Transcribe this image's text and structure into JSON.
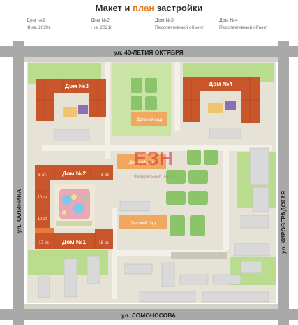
{
  "header": {
    "title_part1": "Макет и",
    "title_highlight": "план",
    "title_part2": "застройки"
  },
  "legend": [
    {
      "name": "Дом №1",
      "status": "III кв. 2020г."
    },
    {
      "name": "Дом №2",
      "status": "I кв. 2021г."
    },
    {
      "name": "Дом №3",
      "status": "Перспективный объект"
    },
    {
      "name": "Дом №4",
      "status": "Перспективный объект"
    }
  ],
  "streets": {
    "north": "ул. 40-ЛЕТИЯ ОКТЯБРЯ",
    "west": "ул. КАЛИНИНА",
    "east": "ул. КИРОВГРАДСКАЯ",
    "south": "ул. ЛОМОНОСОВА"
  },
  "buildings": {
    "house1": {
      "label": "Дом №1",
      "floors_left": "17 эт.",
      "floors_right": "16 эт."
    },
    "house2": {
      "label": "Дом №2",
      "floors_left": "8 эт.",
      "floors_right": "8 эт.",
      "floors_side_top": "10 эт.",
      "floors_side_bottom": "10 эт."
    },
    "house3": {
      "label": "Дом №3"
    },
    "house4": {
      "label": "Дом №4"
    }
  },
  "kindergartens": {
    "k1": "Детский сад",
    "k2": "Детский сад",
    "k3": "Детский сад"
  },
  "watermark": {
    "big": "ЕЗН",
    "small": "Федеральный реестр"
  },
  "colors": {
    "building": "#c9562a",
    "building_light": "#e87b3a",
    "kindergarten": "#f0a860",
    "road": "#a9a9a9",
    "ground": "#e6e3d6",
    "green": "#b9dc8f",
    "field": "#8cc46a",
    "path": "#f2f0e8"
  }
}
